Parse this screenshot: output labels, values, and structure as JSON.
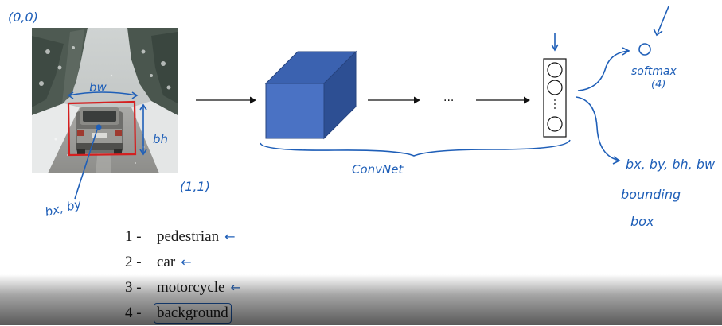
{
  "image": {
    "annotations": {
      "origin": "(0,0)",
      "corner": "(1,1)",
      "bw": "bw",
      "bh": "bh",
      "center": "bx, by"
    }
  },
  "network": {
    "dots": "···",
    "label": "ConvNet"
  },
  "outputs": {
    "softmax_line1": "softmax",
    "softmax_line2": "(4)",
    "bbox_params": "bx, by, bh, bw",
    "bbox_line1": "bounding",
    "bbox_line2": "box"
  },
  "classes": [
    {
      "num": "1 -",
      "name": "pedestrian",
      "mark": "←"
    },
    {
      "num": "2 -",
      "name": "car",
      "mark": "←"
    },
    {
      "num": "3 -",
      "name": "motorcycle",
      "mark": "←"
    },
    {
      "num": "4 -",
      "name": "background",
      "mark": ""
    }
  ],
  "colors": {
    "ink": "#1f5fb8",
    "cube_front": "#4a72c4",
    "cube_top": "#3b62b0",
    "cube_side": "#2d4f93",
    "bbox": "#d42020"
  }
}
